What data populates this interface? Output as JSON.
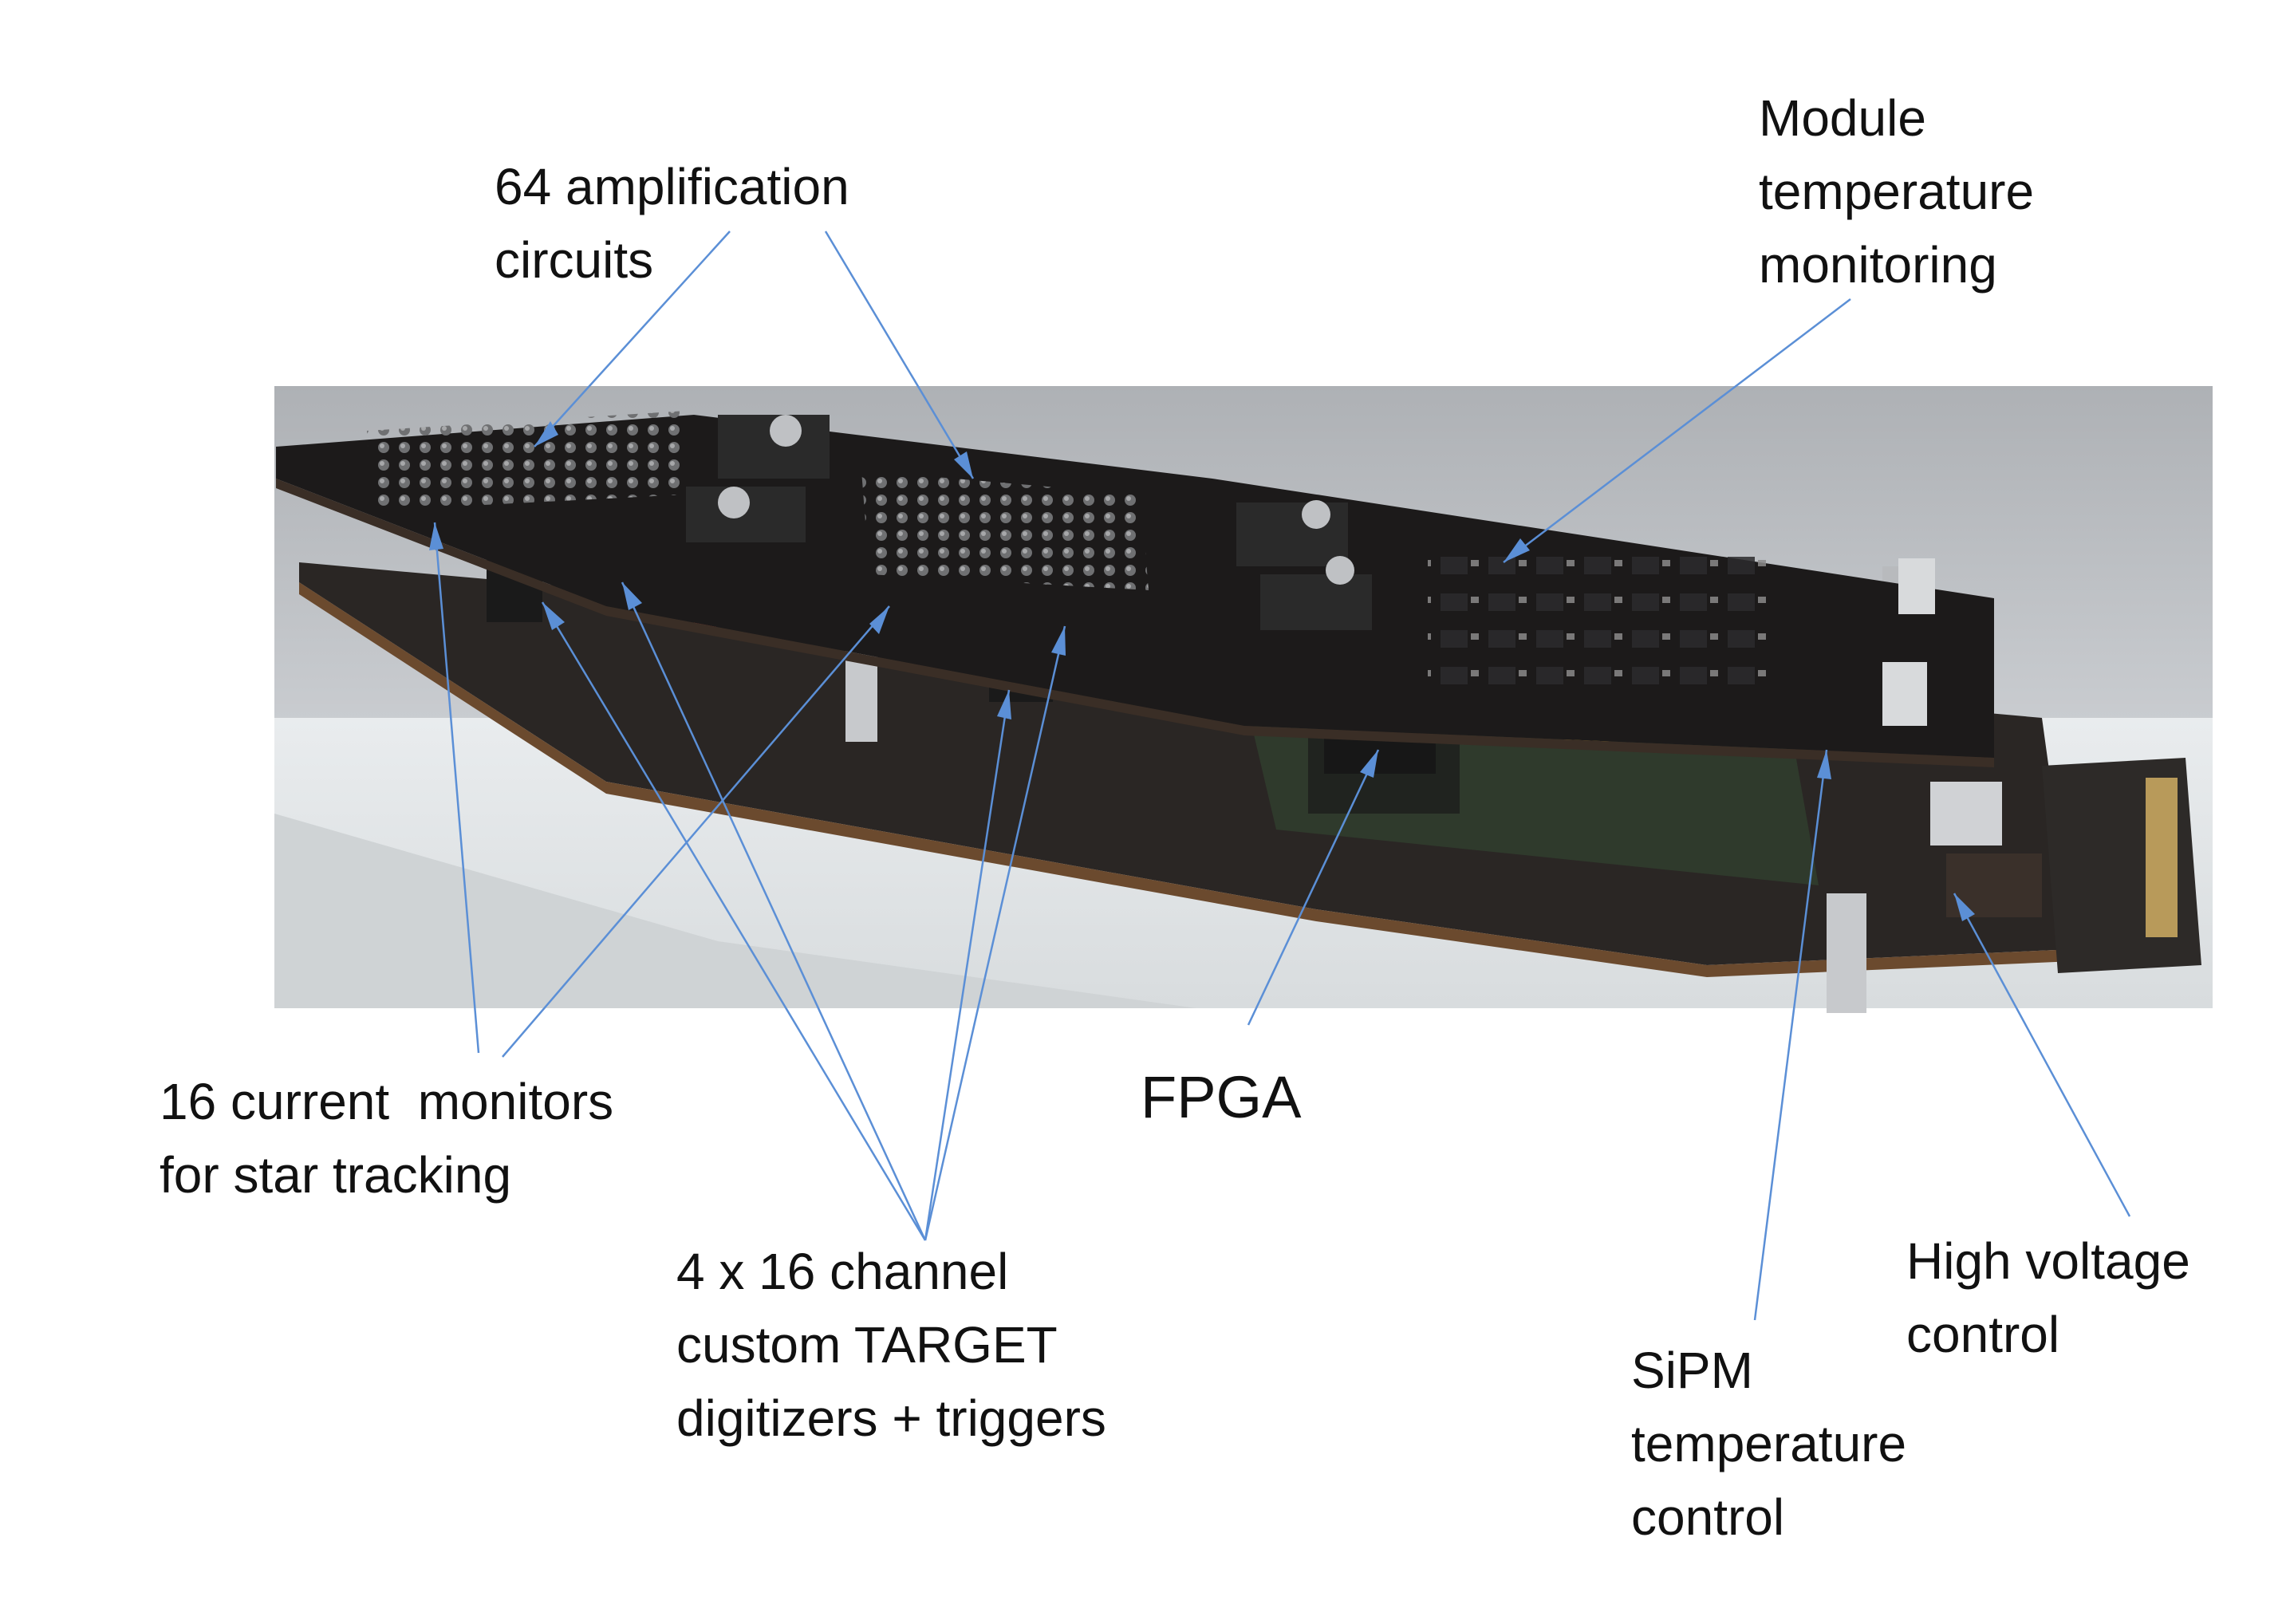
{
  "labels": {
    "amplification": [
      "64 amplification",
      "circuits"
    ],
    "module_temp": [
      "Module",
      "temperature",
      "monitoring"
    ],
    "current_monitors": [
      "16 current  monitors",
      "for star tracking"
    ],
    "fpga": [
      "FPGA"
    ],
    "target": [
      "4 x 16 channel",
      "custom TARGET",
      "digitizers + triggers"
    ],
    "high_voltage": [
      "High voltage",
      "control"
    ],
    "sipm": [
      "SiPM",
      "temperature",
      "control"
    ]
  },
  "colors": {
    "leader_line": "#5b8fd6",
    "board": "#1c1a1a",
    "table": "#e6e9ea",
    "wall": "#b9bcc0",
    "text": "#111111"
  }
}
